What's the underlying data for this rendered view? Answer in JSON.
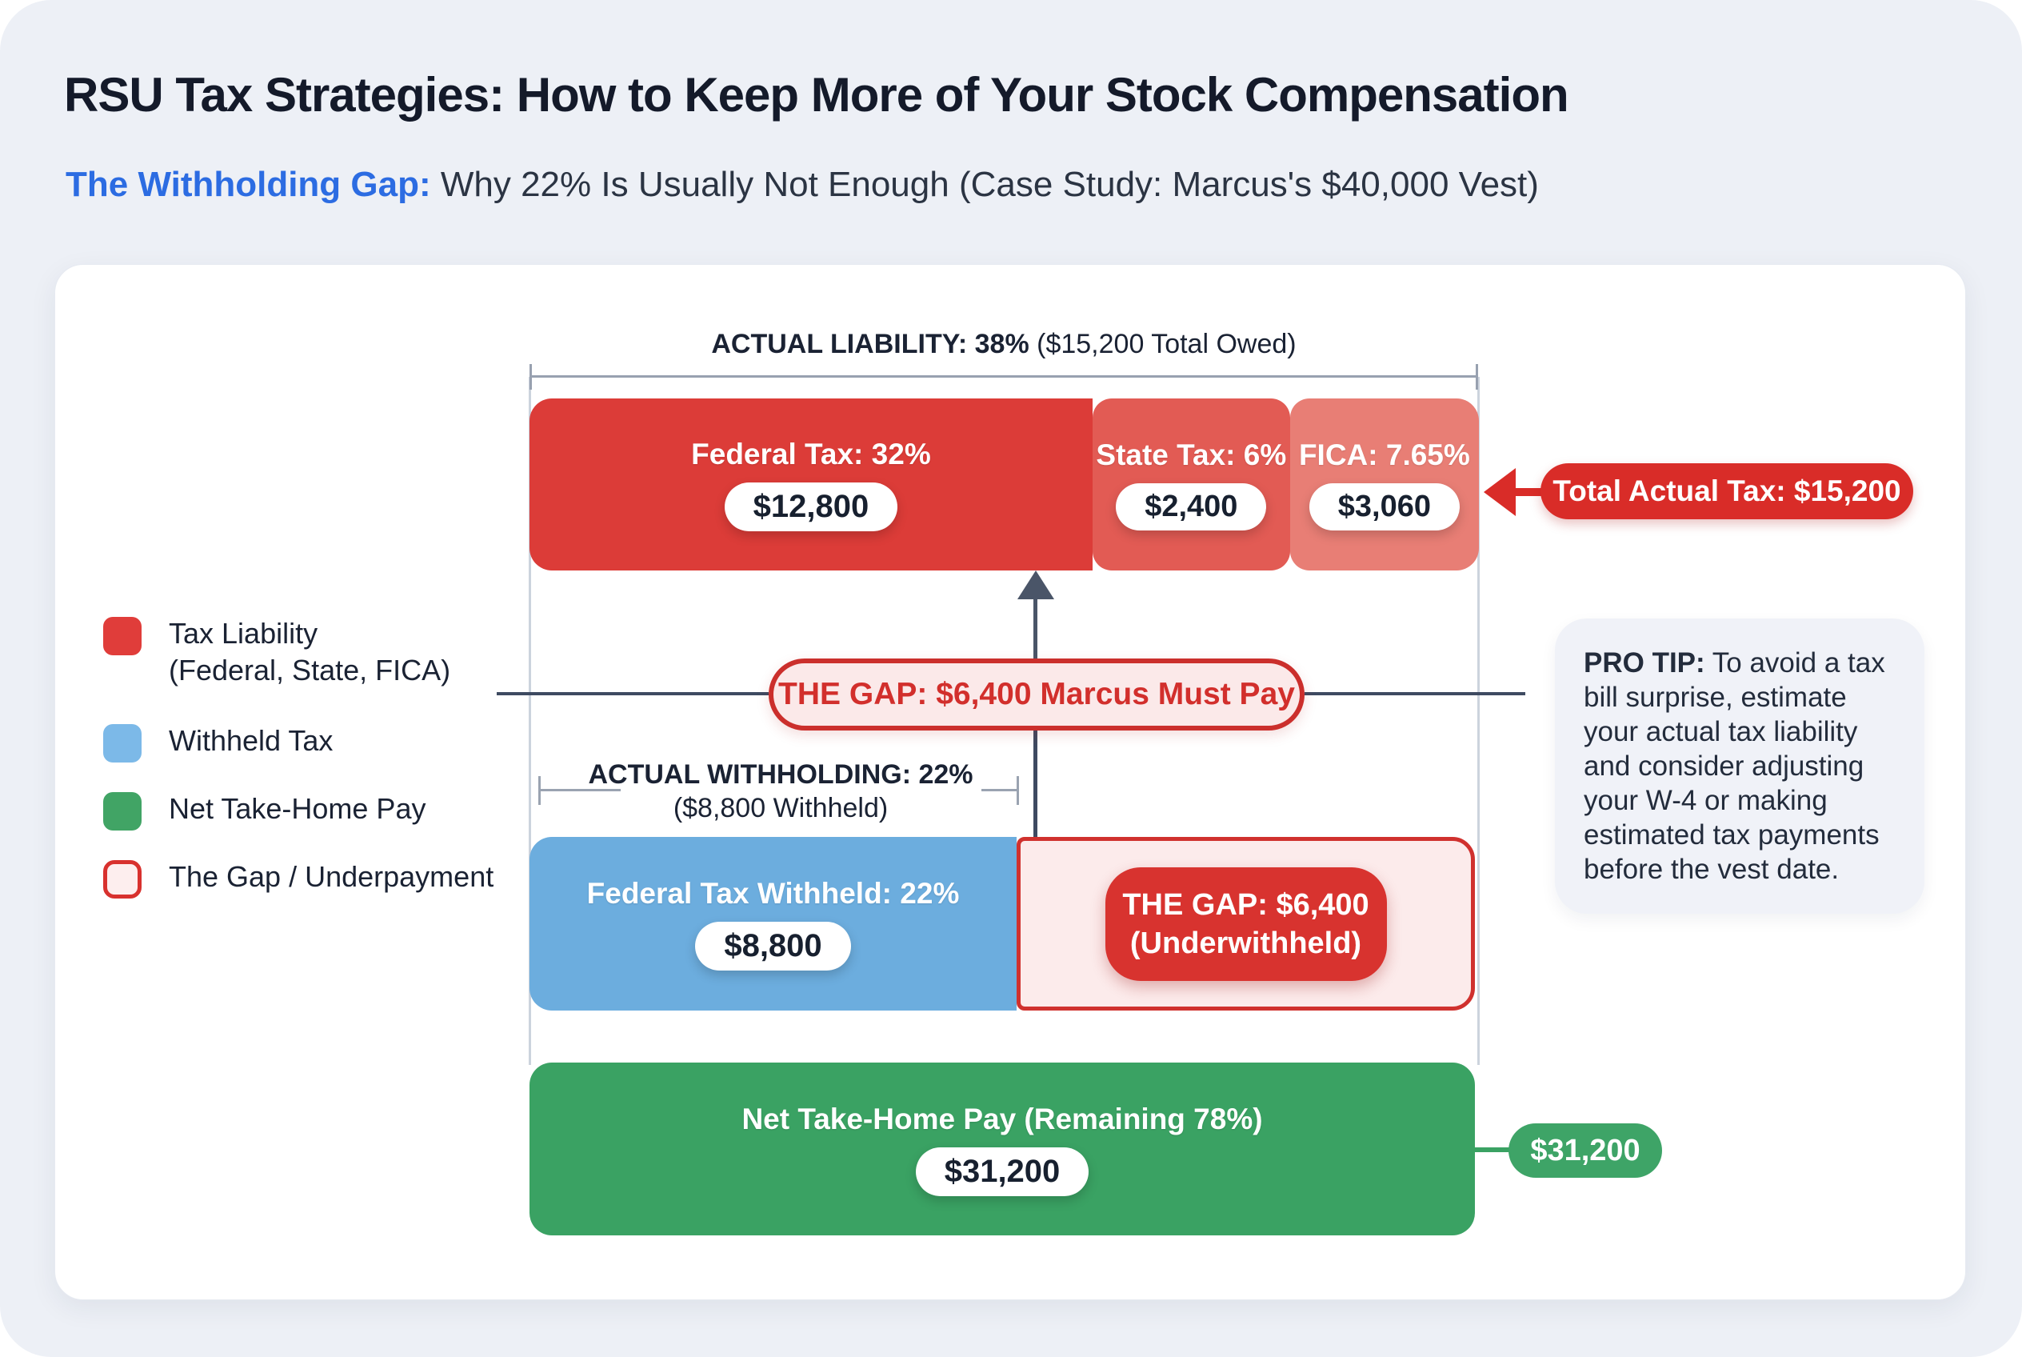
{
  "page": {
    "title": "RSU Tax Strategies: How to Keep More of Your Stock Compensation",
    "subtitle_highlight": "The Withholding Gap:",
    "subtitle_rest": " Why 22% Is Usually Not Enough (Case Study: Marcus's $40,000 Vest)"
  },
  "liability": {
    "header_bold": "ACTUAL LIABILITY: 38%",
    "header_rest": " ($15,200 Total Owed)",
    "segments": [
      {
        "label": "Federal Tax: 32%",
        "amount": "$12,800",
        "width_pct": 59.3,
        "color": "#dc3c38"
      },
      {
        "label": "State Tax: 6%",
        "amount": "$2,400",
        "width_pct": 20.8,
        "color": "#e25b54"
      },
      {
        "label": "FICA: 7.65%",
        "amount": "$3,060",
        "width_pct": 19.9,
        "color": "#e87e75"
      }
    ],
    "total_badge": "Total Actual Tax: $15,200"
  },
  "legend": {
    "items": [
      {
        "label": "Tax Liability",
        "sublabel": "(Federal, State, FICA)",
        "color": "#e03d3a"
      },
      {
        "label": "Withheld Tax",
        "color": "#7cb9e8"
      },
      {
        "label": "Net Take-Home Pay",
        "color": "#41a465"
      },
      {
        "label": "The Gap / Underpayment",
        "color": "#fdeeee",
        "border_color": "#d8312e"
      }
    ]
  },
  "gap": {
    "callout": "THE GAP: $6,400 Marcus Must Pay",
    "box_line1": "THE GAP: $6,400",
    "box_line2": "(Underwithheld)"
  },
  "withholding": {
    "header_bold": "ACTUAL WITHHOLDING: 22%",
    "header_sub": "($8,800 Withheld)",
    "bar_label": "Federal Tax Withheld: 22%",
    "bar_amount": "$8,800"
  },
  "net": {
    "bar_label": "Net Take-Home Pay (Remaining 78%)",
    "bar_amount": "$31,200",
    "badge": "$31,200"
  },
  "pro_tip": {
    "bold": "PRO TIP:",
    "text": " To avoid a tax bill surprise, estimate your actual tax liability and consider adjusting your W-4 or making estimated tax payments before the vest date."
  },
  "colors": {
    "page_bg": "#edf0f6",
    "card_bg": "#ffffff",
    "federal_red": "#dc3c38",
    "state_red": "#e25b54",
    "fica_red": "#e87e75",
    "badge_red": "#d92c28",
    "withheld_blue": "#6cadde",
    "net_green": "#3aa263",
    "gap_pink": "#fcebeb",
    "gap_border": "#d0312e",
    "subtitle_blue": "#2c6ce2",
    "line_dark": "#3e4a61",
    "guide_gray": "#ccd3dd"
  },
  "chart_data": {
    "type": "bar",
    "title": "RSU withholding gap comparison ($40,000 vest)",
    "categories": [
      "Actual Liability (38%)",
      "Actual Withholding (22%)",
      "Net Take-Home Pay (78%)"
    ],
    "series": [
      {
        "name": "Federal Tax",
        "values": [
          12800,
          8800,
          0
        ]
      },
      {
        "name": "State Tax",
        "values": [
          2400,
          0,
          0
        ]
      },
      {
        "name": "FICA",
        "values": [
          3060,
          0,
          0
        ]
      },
      {
        "name": "The Gap / Underpayment",
        "values": [
          0,
          6400,
          0
        ]
      },
      {
        "name": "Net Take-Home Pay",
        "values": [
          0,
          0,
          31200
        ]
      }
    ],
    "annotations": [
      "Total Actual Tax: $15,200",
      "THE GAP: $6,400 Marcus Must Pay",
      "$31,200"
    ]
  }
}
